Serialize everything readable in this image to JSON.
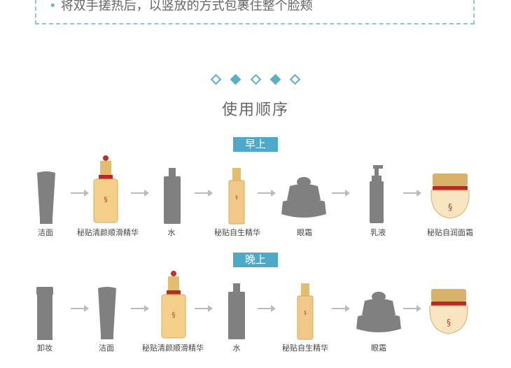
{
  "instruction": {
    "text": "将双手搓热后，以竖放的方式包裹住整个脸颊"
  },
  "section_title": "使用顺序",
  "morning": {
    "badge": "早上",
    "steps": [
      {
        "label": "洁面",
        "icon": "tube-icon"
      },
      {
        "label": "秘贴清颜顺滑精华",
        "icon": "serum-bottle-icon"
      },
      {
        "label": "水",
        "icon": "toner-bottle-icon"
      },
      {
        "label": "秘贴自生精华",
        "icon": "essence-bottle-icon"
      },
      {
        "label": "眼霜",
        "icon": "eye-cream-jar-icon"
      },
      {
        "label": "乳液",
        "icon": "pump-bottle-icon"
      },
      {
        "label": "秘贴自润面霜",
        "icon": "cream-jar-icon"
      }
    ]
  },
  "evening": {
    "badge": "晚上",
    "steps": [
      {
        "label": "卸妆",
        "icon": "remover-bottle-icon"
      },
      {
        "label": "洁面",
        "icon": "tube-icon"
      },
      {
        "label": "秘贴清颜顺滑精华",
        "icon": "serum-bottle-icon"
      },
      {
        "label": "水",
        "icon": "toner-bottle-icon"
      },
      {
        "label": "秘贴自生精华",
        "icon": "essence-bottle-icon"
      },
      {
        "label": "眼霜",
        "icon": "eye-cream-jar-icon"
      },
      {
        "label": ""
      }
    ]
  },
  "colors": {
    "accent": "#4ea8c8",
    "silhouette": "#808080",
    "gold": "#d9b06a"
  }
}
